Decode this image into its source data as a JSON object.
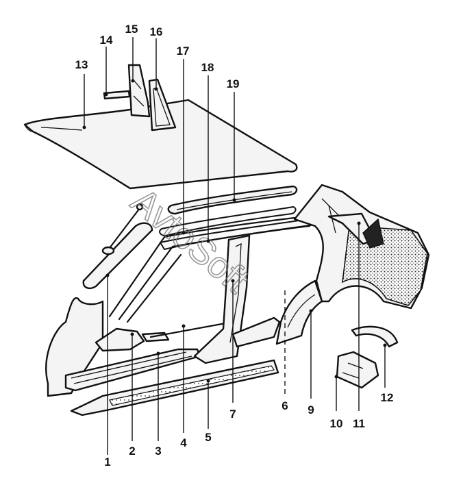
{
  "watermark": "AvtoSoft",
  "callouts": [
    {
      "id": "1",
      "label": "1"
    },
    {
      "id": "2",
      "label": "2"
    },
    {
      "id": "3",
      "label": "3"
    },
    {
      "id": "4",
      "label": "4"
    },
    {
      "id": "5",
      "label": "5"
    },
    {
      "id": "6",
      "label": "6"
    },
    {
      "id": "7",
      "label": "7"
    },
    {
      "id": "9",
      "label": "9"
    },
    {
      "id": "10",
      "label": "10"
    },
    {
      "id": "11",
      "label": "11"
    },
    {
      "id": "12",
      "label": "12"
    },
    {
      "id": "13",
      "label": "13"
    },
    {
      "id": "14",
      "label": "14"
    },
    {
      "id": "15",
      "label": "15"
    },
    {
      "id": "16",
      "label": "16"
    },
    {
      "id": "17",
      "label": "17"
    },
    {
      "id": "18",
      "label": "18"
    },
    {
      "id": "19",
      "label": "19"
    }
  ]
}
